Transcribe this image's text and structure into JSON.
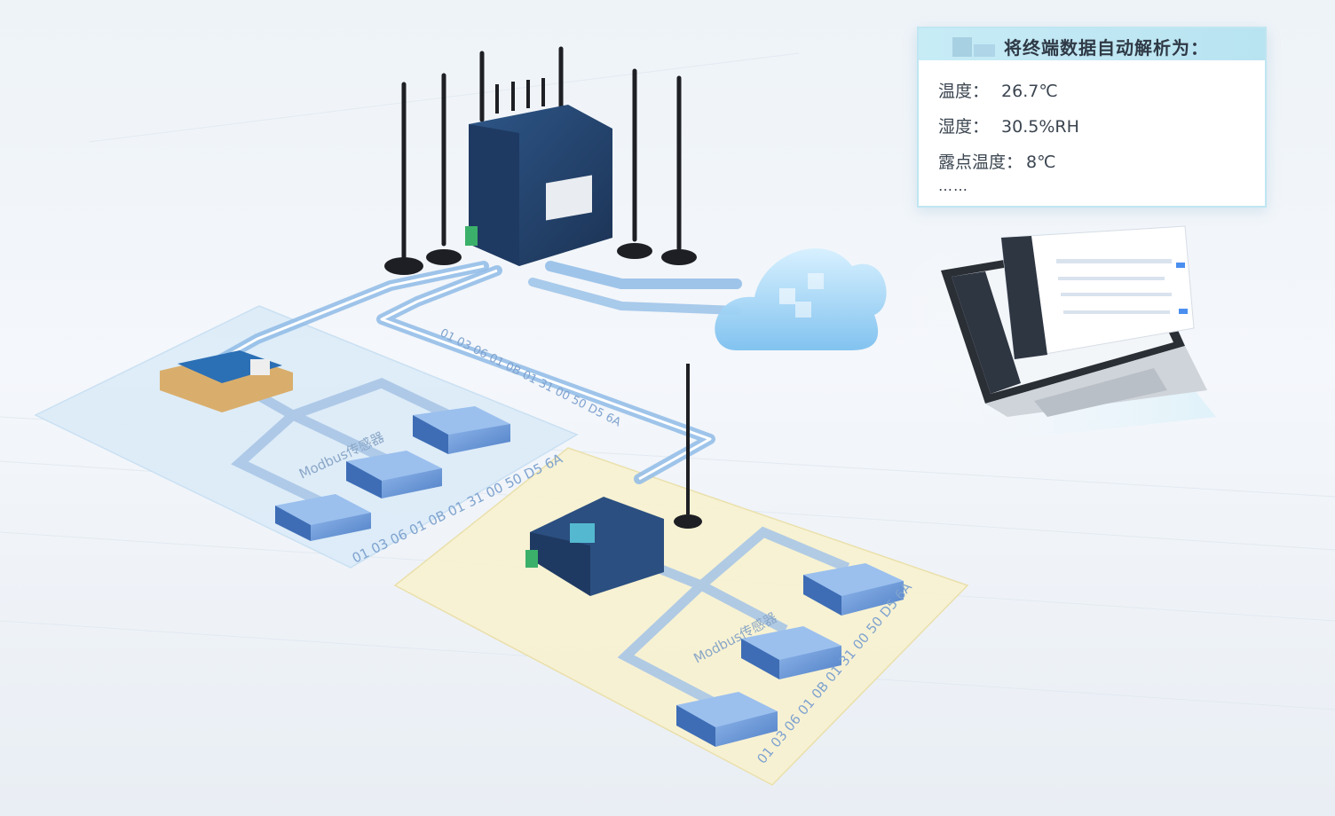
{
  "info_panel": {
    "title": "将终端数据自动解析为：",
    "rows": [
      {
        "label": "温度：",
        "value": "26.7℃"
      },
      {
        "label": "湿度：",
        "value": "30.5%RH"
      },
      {
        "label": "露点温度：",
        "value": "8℃"
      }
    ],
    "more": "……"
  },
  "zones": [
    {
      "sensor_label": "Modbus传感器",
      "hex_frame": "01 03 06 01 0B 01 31 00 50 D5 6A"
    },
    {
      "sensor_label": "Modbus传感器",
      "hex_frame": "01 03 06 01 0B 01 31 00 50 D5 6A"
    }
  ],
  "link_frame": "01 03 06 01 0B 01 31 00 50 D5 6A",
  "colors": {
    "flow_line": "#8fbbe6",
    "zone_blue": "#dcecf8",
    "zone_yellow": "#f8f2d2",
    "device_blue": "#23416a",
    "cloud": "#9fd3f4",
    "sensor_block": "#5f8fd4"
  }
}
